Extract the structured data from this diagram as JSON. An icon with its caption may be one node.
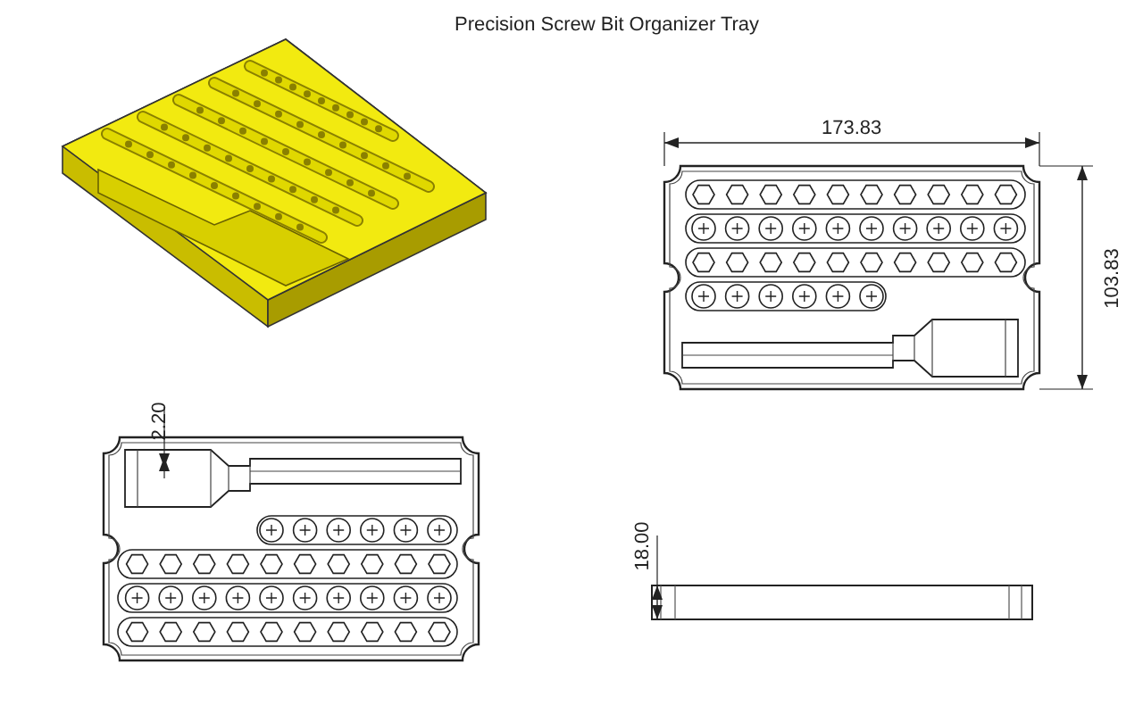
{
  "diagram": {
    "title": "Precision Screw Bit Organizer Tray",
    "labels": [
      "173.83",
      "103.83",
      "2.20",
      "18.00"
    ]
  }
}
